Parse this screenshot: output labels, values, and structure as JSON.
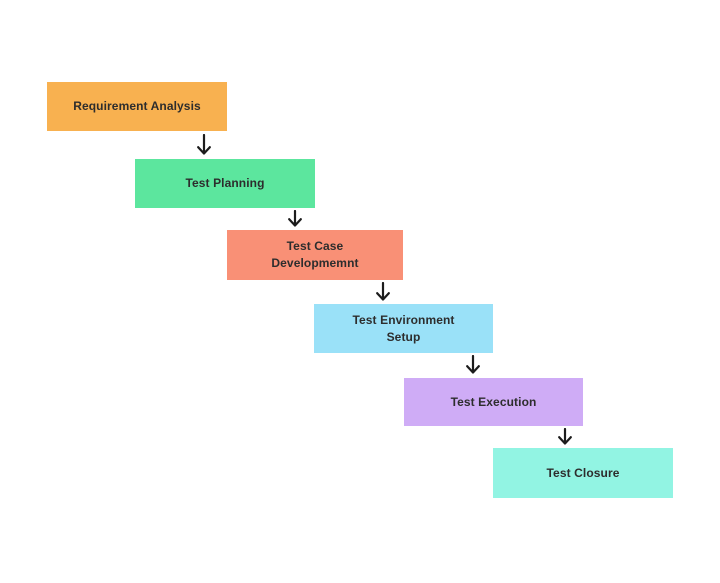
{
  "page": {
    "background": "#ffffff"
  },
  "diagram": {
    "type": "flowchart",
    "text_color": "#2d2d2d",
    "arrow_color": "#1c1c1c",
    "steps": [
      {
        "label": "Requirement Analysis",
        "color": "#f8b150"
      },
      {
        "label": "Test Planning",
        "color": "#5ce69e"
      },
      {
        "label": "Test Case\nDevelopmemnt",
        "color": "#f99076"
      },
      {
        "label": "Test Environment\nSetup",
        "color": "#9ae1f8"
      },
      {
        "label": "Test Execution",
        "color": "#cfacf6"
      },
      {
        "label": "Test Closure",
        "color": "#92f4e3"
      }
    ],
    "connections": [
      {
        "from": 0,
        "to": 1
      },
      {
        "from": 1,
        "to": 2
      },
      {
        "from": 2,
        "to": 3
      },
      {
        "from": 3,
        "to": 4
      },
      {
        "from": 4,
        "to": 5
      }
    ]
  }
}
